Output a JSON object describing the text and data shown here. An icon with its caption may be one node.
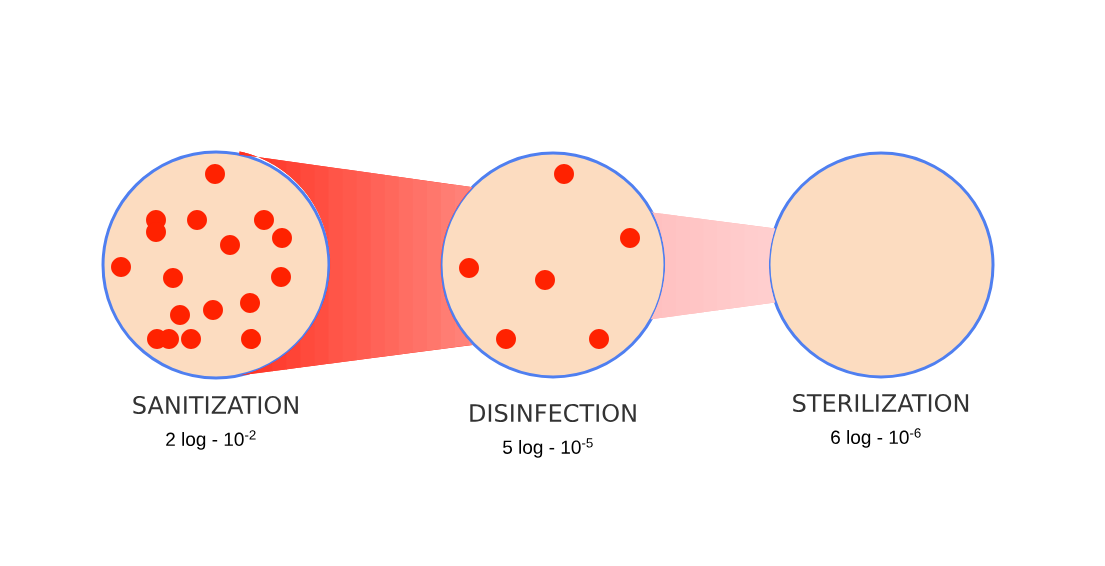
{
  "diagram": {
    "nodes": [
      {
        "text": [],
        "shape": "circle",
        "beside": [
          "SANITIZATION",
          "2 log - 10$^{-2}$"
        ]
      },
      {
        "text": [],
        "shape": "circle",
        "beside": [
          "DISINFECTION",
          "5 log - 10$^{-5}$"
        ]
      },
      {
        "text": [],
        "shape": "circle",
        "beside": [
          "STERILIZATION",
          "6 log - 10$^{-6}$"
        ]
      }
    ],
    "edges": [
      {
        "from": 0,
        "to": 1,
        "arrow": "none",
        "color": "#ff2a1a"
      },
      {
        "from": 1,
        "to": 2,
        "arrow": "none",
        "color": "#ffb3b3"
      }
    ]
  }
}
